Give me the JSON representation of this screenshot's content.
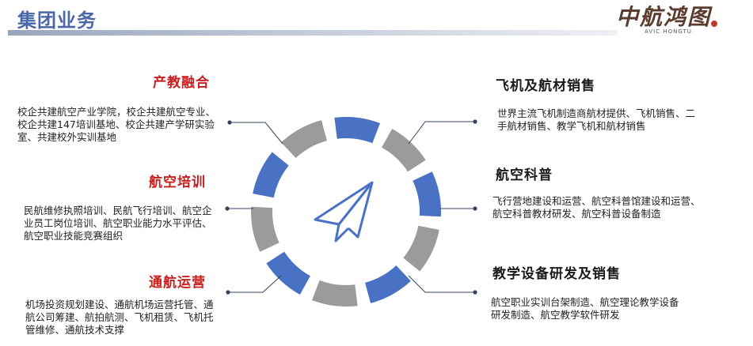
{
  "header": {
    "title": "集团业务",
    "logo_cn": "中航鸿图",
    "logo_en": "AVIC HONGTU"
  },
  "colors": {
    "blue": "#4a72c4",
    "gray": "#9b9b9b",
    "line": "#33425e",
    "title_red": "#c81e1e"
  },
  "left": [
    {
      "title": "产教融合",
      "desc": "校企共建航空产业学院，校企共建航空专业、校企共建147培训基地、校企共建产学研实验室、共建校外实训基地"
    },
    {
      "title": "航空培训",
      "desc": "民航维修执照培训、民航飞行培训、航空企业员工岗位培训、航空职业能力水平评估、航空职业技能竞赛组织"
    },
    {
      "title": "通航运营",
      "desc": "机场投资规划建设、通航机场运营托管、通航公司筹建、航拍航测、飞机租赁、飞机托管维修、通航技术支撑"
    }
  ],
  "right": [
    {
      "title": "飞机及航材销售",
      "desc": "世界主流飞机制造商航材提供、飞机销售、二手航材销售、教学飞机和航材销售"
    },
    {
      "title": "航空科普",
      "desc": "飞行营地建设和运营、航空科普馆建设和运营、航空科普教材研发、航空科普设备制造"
    },
    {
      "title": "教学设备研发及销售",
      "desc": "航空职业实训台架制造、航空理论教学设备研发制造、航空教学软件研发"
    }
  ],
  "center": {
    "icon": "paper-plane-icon"
  }
}
